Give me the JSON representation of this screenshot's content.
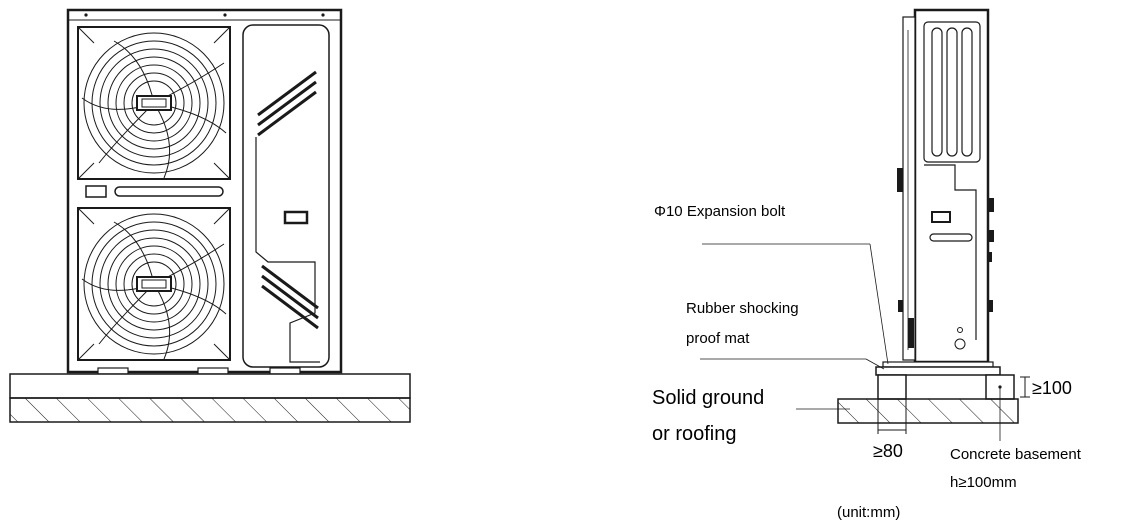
{
  "labels": {
    "expansion_bolt": "Φ10 Expansion bolt",
    "rubber_mat_line1": "Rubber shocking",
    "rubber_mat_line2": "proof mat",
    "ground_line1": "Solid ground",
    "ground_line2": "or roofing",
    "min_height": "≥100",
    "min_width": "≥80",
    "basement_line1": "Concrete basement",
    "basement_line2": "h≥100mm",
    "unit": "(unit:mm)"
  },
  "colors": {
    "stroke": "#1a1a1a",
    "background": "#ffffff"
  }
}
